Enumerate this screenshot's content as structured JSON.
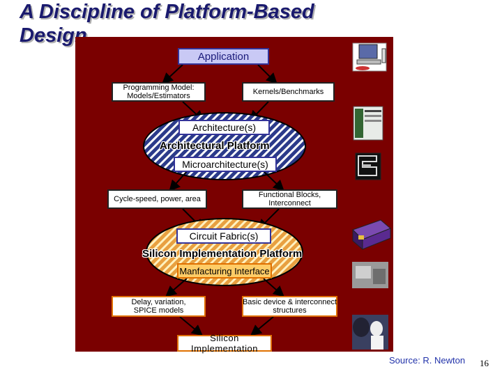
{
  "slide": {
    "title": "A Discipline of Platform-Based Design",
    "title_line1": "A Discipline of Platform-Based",
    "title_line2": "Design",
    "source": "Source: R. Newton",
    "page_number": "16"
  },
  "diagram": {
    "application": "Application",
    "programming_model": "Programming Model:\nModels/Estimators",
    "kernels": "Kernels/Benchmarks",
    "architecture": "Architecture(s)",
    "architectural_platform": "Architectural Platform",
    "microarchitecture": "Microarchitecture(s)",
    "cycle_speed": "Cycle-speed, power, area",
    "functional_blocks": "Functional Blocks,\nInterconnect",
    "circuit_fabric": "Circuit Fabric(s)",
    "silicon_platform": "Silicon Implementation Platform",
    "manufacturing_interface": "Manfacturing Interface",
    "delay_variation": "Delay, variation,\nSPICE models",
    "basic_device": "Basic device & interconnect\nstructures",
    "silicon_implementation": "Silicon Implementation"
  },
  "colors": {
    "panel": "#7a0000",
    "title": "#1a1a6e",
    "architecture_ellipse": "#2b3a8a",
    "silicon_ellipse": "#e07000",
    "source_text": "#2233aa"
  },
  "icons": [
    "computer-workstation-icon",
    "software-window-screenshot-icon",
    "microarchitecture-chip-icon",
    "circuit-fabric-chip-icon",
    "fab-equipment-photo-icon",
    "cleanroom-worker-photo-icon"
  ]
}
